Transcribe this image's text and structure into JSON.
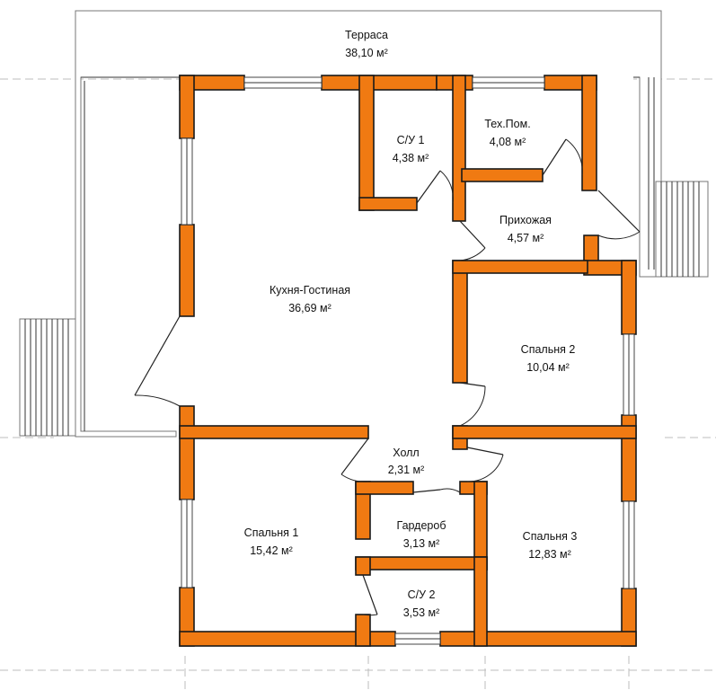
{
  "plan": {
    "rooms": [
      {
        "id": "terrace",
        "name": "Терраса",
        "area": "38,10 м²"
      },
      {
        "id": "bath1",
        "name": "С/У 1",
        "area": "4,38 м²"
      },
      {
        "id": "tech",
        "name": "Тех.Пом.",
        "area": "4,08 м²"
      },
      {
        "id": "hallway",
        "name": "Прихожая",
        "area": "4,57 м²"
      },
      {
        "id": "kitchen",
        "name": "Кухня-Гостиная",
        "area": "36,69 м²"
      },
      {
        "id": "bedroom2",
        "name": "Спальня 2",
        "area": "10,04 м²"
      },
      {
        "id": "hall",
        "name": "Холл",
        "area": "2,31 м²"
      },
      {
        "id": "wardrobe",
        "name": "Гардероб",
        "area": "3,13 м²"
      },
      {
        "id": "bedroom1",
        "name": "Спальня 1",
        "area": "15,42 м²"
      },
      {
        "id": "bedroom3",
        "name": "Спальня 3",
        "area": "12,83 м²"
      },
      {
        "id": "bath2",
        "name": "С/У 2",
        "area": "3,53 м²"
      }
    ],
    "colors": {
      "wall": "#f07a12",
      "outline": "#1a1a1a",
      "grid": "#bdbdbd"
    }
  }
}
